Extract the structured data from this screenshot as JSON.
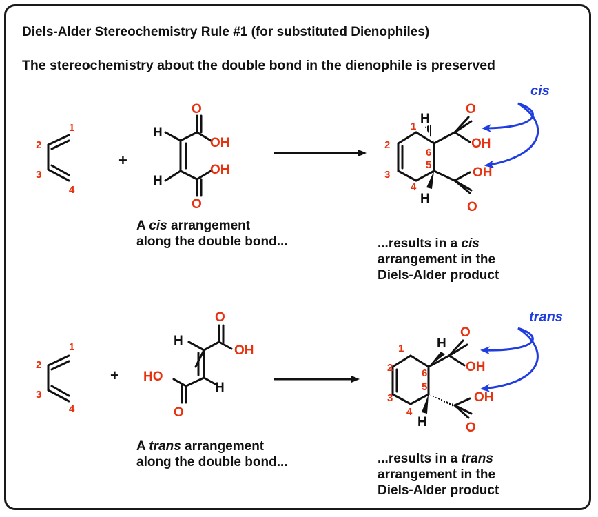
{
  "heading": {
    "title": "Diels-Alder Stereochemistry Rule #1 (for substituted Dienophiles)",
    "subtitle": "The stereochemistry about the double bond in the dienophile is preserved"
  },
  "atom_labels": {
    "n1": "1",
    "n2": "2",
    "n3": "3",
    "n4": "4",
    "n5": "5",
    "n6": "6",
    "O": "O",
    "OH": "OH",
    "HO": "HO",
    "H": "H",
    "plus": "+"
  },
  "cis_row": {
    "annotation": "cis",
    "caption_left": {
      "prefix": "A ",
      "emph": "cis",
      "suffix": " arrangement",
      "line2": "along the double bond..."
    },
    "caption_right": {
      "prefix": "...results in a ",
      "emph": "cis",
      "line2": "arrangement in the",
      "line3": "Diels-Alder product"
    }
  },
  "trans_row": {
    "annotation": "trans",
    "caption_left": {
      "prefix": "A ",
      "emph": "trans",
      "suffix": " arrangement",
      "line2": "along the double bond..."
    },
    "caption_right": {
      "prefix": "...results in a ",
      "emph": "trans",
      "line2": "arrangement in the",
      "line3": "Diels-Alder product"
    }
  },
  "colors": {
    "label": "#e8310f",
    "annotation": "#1f3de0",
    "bond": "#111111"
  }
}
